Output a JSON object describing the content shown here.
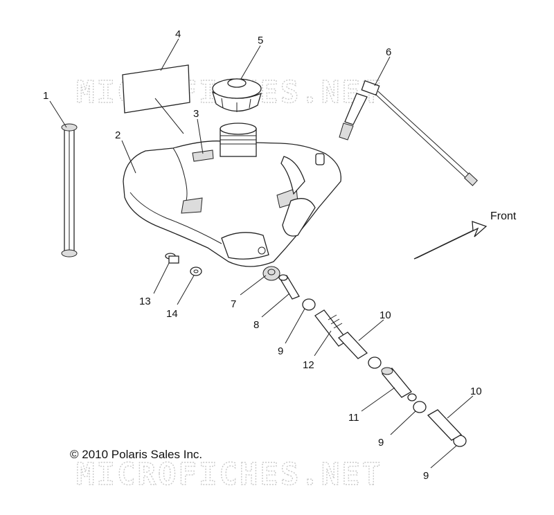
{
  "watermark": "MICROFICHES.NET",
  "copyright": "© 2010 Polaris Sales Inc.",
  "front_label": "Front",
  "callouts": {
    "c1": "1",
    "c2": "2",
    "c3": "3",
    "c4": "4",
    "c5": "5",
    "c6": "6",
    "c7": "7",
    "c8": "8",
    "c9a": "9",
    "c9b": "9",
    "c9c": "9",
    "c10a": "10",
    "c10b": "10",
    "c11": "11",
    "c12": "12",
    "c13": "13",
    "c14": "14"
  }
}
